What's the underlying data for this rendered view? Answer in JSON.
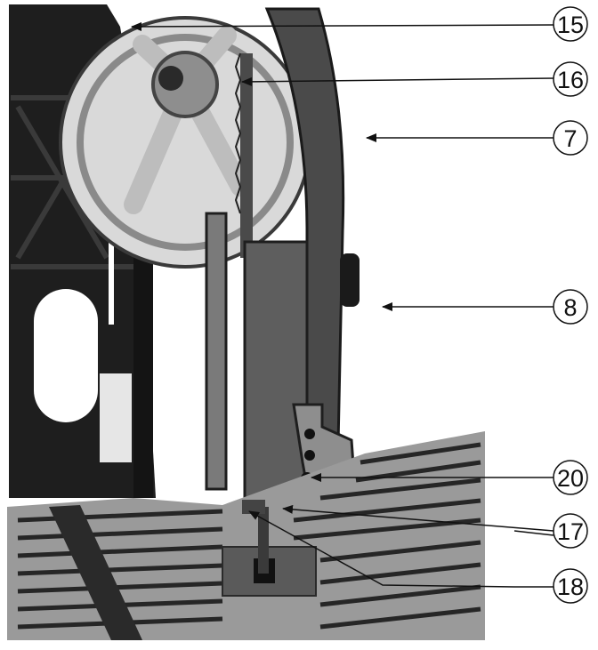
{
  "callouts": [
    {
      "id": "c15",
      "number": "15"
    },
    {
      "id": "c16",
      "number": "16"
    },
    {
      "id": "c7",
      "number": "7"
    },
    {
      "id": "c8",
      "number": "8"
    },
    {
      "id": "c20",
      "number": "20"
    },
    {
      "id": "c17",
      "number": "17"
    },
    {
      "id": "c18",
      "number": "18"
    }
  ],
  "colors": {
    "frame_dark": "#1e1e1e",
    "wheel_light": "#d9d9d9",
    "guard_gray": "#5e5e5e",
    "table_gray": "#9a9a9a",
    "slot_dark": "#262626",
    "arm_gray": "#4a4a4a",
    "callout_stroke": "#111111"
  }
}
